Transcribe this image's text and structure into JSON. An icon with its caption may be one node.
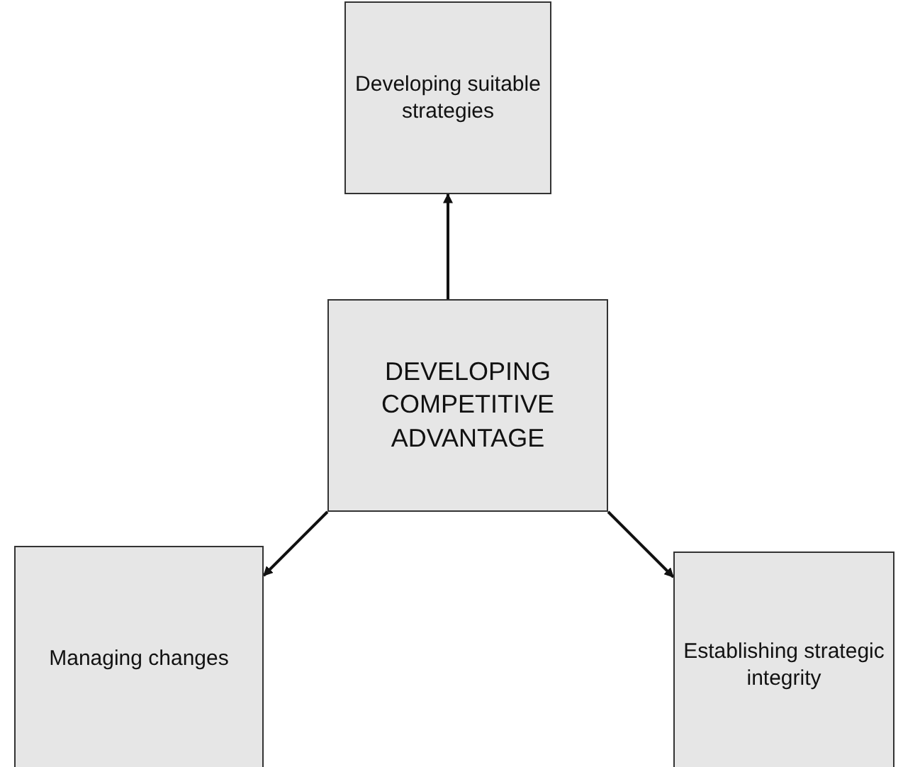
{
  "diagram": {
    "nodes": [
      {
        "text": [
          "Developing suitable strategies"
        ]
      },
      {
        "text": [
          "DEVELOPING COMPETITIVE ADVANTAGE"
        ]
      },
      {
        "text": [
          "Managing changes"
        ]
      },
      {
        "text": [
          "Establishing strategic integrity"
        ]
      }
    ],
    "edges": [
      {
        "from": 1,
        "to": 0,
        "arrow": "to"
      },
      {
        "from": 1,
        "to": 2,
        "arrow": "to"
      },
      {
        "from": 1,
        "to": 3,
        "arrow": "to"
      }
    ]
  }
}
